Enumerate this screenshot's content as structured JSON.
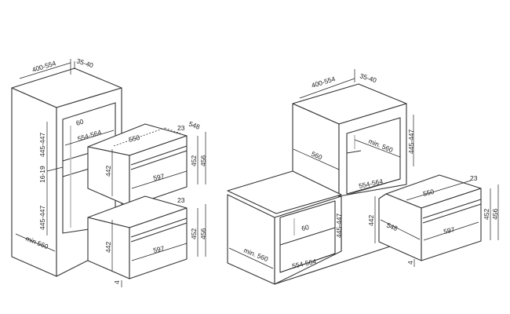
{
  "left_figure": {
    "cabinet_width": "400-554",
    "top_gap": "35-40",
    "depth_offset": "60",
    "niche_width": "554-564",
    "upper_niche_height": "445-447",
    "shelf_thickness": "16-19",
    "lower_niche_height": "445-447",
    "min_depth": "min 560",
    "upper_oven": {
      "depth_total": "548",
      "front_offset": "23",
      "body_depth": "550",
      "body_height": "442",
      "width": "597",
      "front_height_inner": "452",
      "front_height": "456"
    },
    "lower_oven": {
      "front_offset": "23",
      "body_height": "442",
      "width": "597",
      "front_height_inner": "452",
      "front_height": "456",
      "bottom_gap": "4"
    }
  },
  "right_figure": {
    "cabinet_width": "400-554",
    "top_gap": "35-40",
    "cabinet_depth": "560",
    "niche_min_depth": "min. 560",
    "upper_niche_height": "445-447",
    "upper_niche_width": "554-564",
    "base_depth_offset": "60",
    "base_niche_height": "445-447",
    "base_min_depth": "min. 560",
    "base_niche_width": "554-564",
    "oven": {
      "front_offset": "23",
      "body_depth": "550",
      "body_height": "442",
      "depth_total": "548",
      "width": "597",
      "front_height_inner": "452",
      "front_height": "456",
      "bottom_gap": "4"
    }
  }
}
